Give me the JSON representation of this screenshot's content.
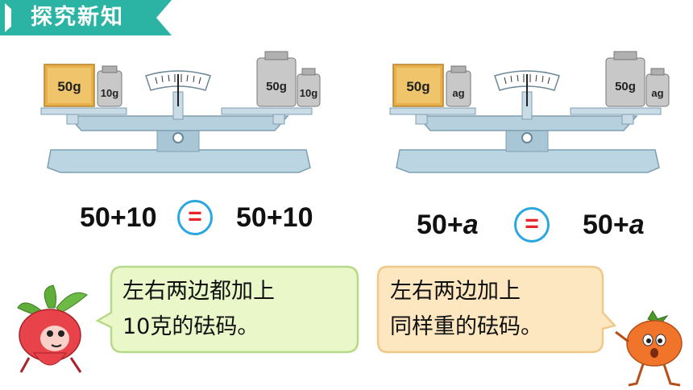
{
  "header": {
    "title": "探究新知",
    "color": "#2bb3a3"
  },
  "scale_left": {
    "left_pan": [
      {
        "label": "50g",
        "kind": "block"
      },
      {
        "label": "10g",
        "kind": "weight"
      }
    ],
    "right_pan": [
      {
        "label": "50g",
        "kind": "weight"
      },
      {
        "label": "10g",
        "kind": "weight"
      }
    ]
  },
  "scale_right": {
    "left_pan": [
      {
        "label": "50g",
        "kind": "block"
      },
      {
        "label": "ag",
        "kind": "weight"
      }
    ],
    "right_pan": [
      {
        "label": "50g",
        "kind": "weight"
      },
      {
        "label": "ag",
        "kind": "weight"
      }
    ]
  },
  "equation_left": {
    "lhs": "50+10",
    "sign": "=",
    "rhs": "50+10"
  },
  "equation_right": {
    "lhs_num": "50+",
    "lhs_var": "a",
    "sign": "=",
    "rhs_num": "50+",
    "rhs_var": "a"
  },
  "bubble_left": {
    "line1": "左右两边都加上",
    "line2": "10克的砝码。",
    "fill": "#eaf7c8",
    "stroke": "#b8d98a"
  },
  "bubble_right": {
    "line1": "左右两边加上",
    "line2": "同样重的砝码。",
    "fill": "#fde7c0",
    "stroke": "#f0c98a"
  },
  "colors": {
    "accent": "#2aa6e0",
    "equals": "#e8262a",
    "scale": "#a9c6d6"
  }
}
